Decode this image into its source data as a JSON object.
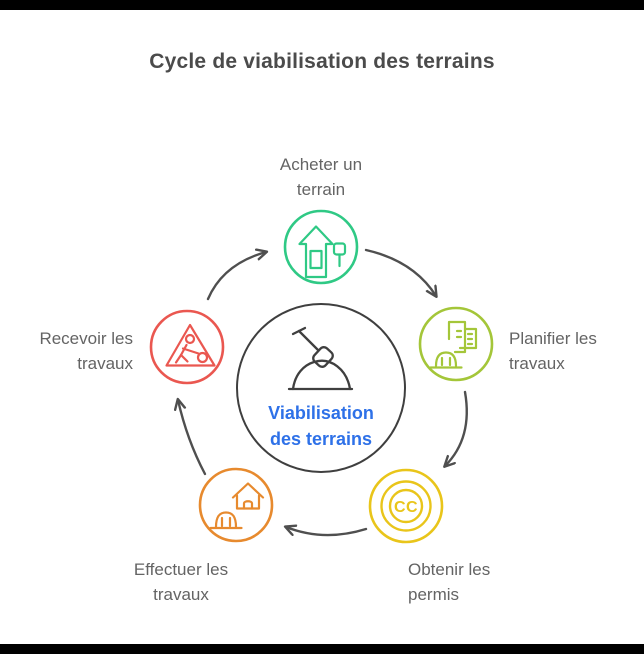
{
  "page": {
    "background": "#ffffff",
    "top_bar_color": "#000000",
    "bottom_bar_color": "#000000",
    "text_color": "#646464",
    "arrow_color": "#4f4f4f"
  },
  "title": {
    "text": "Cycle de viabilisation des terrains",
    "color": "#4b4b4b"
  },
  "center": {
    "label_line1": "Viabilisation",
    "label_line2": "des terrains",
    "label_color": "#2e71e8",
    "ring_color": "#3f3f3f",
    "icon": "shovel-in-ground-icon"
  },
  "nodes": [
    {
      "id": "acheter",
      "label_line1": "Acheter un",
      "label_line2": "terrain",
      "color": "#2fc985",
      "icon": "house-for-sale-icon",
      "position": "top"
    },
    {
      "id": "planifier",
      "label_line1": "Planifier les",
      "label_line2": "travaux",
      "color": "#a4c639",
      "icon": "blueprint-hardhat-icon",
      "position": "right"
    },
    {
      "id": "obtenir",
      "label_line1": "Obtenir les",
      "label_line2": "permis",
      "color": "#e9c51a",
      "icon": "cc-license-icon",
      "icon_text": "CC",
      "position": "bottom-right"
    },
    {
      "id": "effectuer",
      "label_line1": "Effectuer les",
      "label_line2": "travaux",
      "color": "#e78a2e",
      "icon": "house-construction-icon",
      "position": "bottom-left"
    },
    {
      "id": "recevoir",
      "label_line1": "Recevoir les",
      "label_line2": "travaux",
      "color": "#ea5750",
      "icon": "roadworks-sign-icon",
      "position": "left"
    }
  ],
  "arrows": [
    {
      "from": "acheter",
      "to": "planifier"
    },
    {
      "from": "planifier",
      "to": "obtenir"
    },
    {
      "from": "obtenir",
      "to": "effectuer"
    },
    {
      "from": "effectuer",
      "to": "recevoir"
    },
    {
      "from": "recevoir",
      "to": "acheter"
    }
  ]
}
